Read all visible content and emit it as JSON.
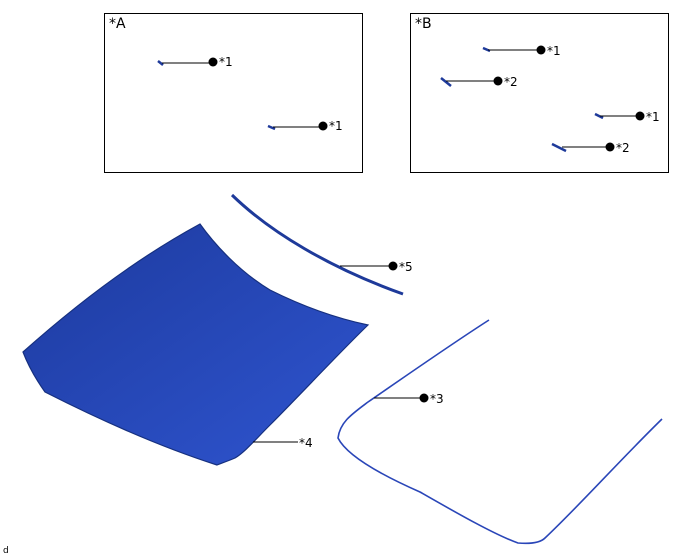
{
  "colors": {
    "part_fill": "#2a46b8",
    "part_stroke": "#1e3a9a",
    "line": "#000000"
  },
  "inset_a": {
    "title": "*A",
    "callouts": [
      {
        "label": "*1"
      },
      {
        "label": "*1"
      }
    ]
  },
  "inset_b": {
    "title": "*B",
    "callouts": [
      {
        "label": "*1"
      },
      {
        "label": "*2"
      },
      {
        "label": "*1"
      },
      {
        "label": "*2"
      }
    ]
  },
  "main_callouts": {
    "windshield_molding": "*5",
    "windshield_dam": "*3",
    "windshield_glass": "*4"
  },
  "footer_code": "d"
}
